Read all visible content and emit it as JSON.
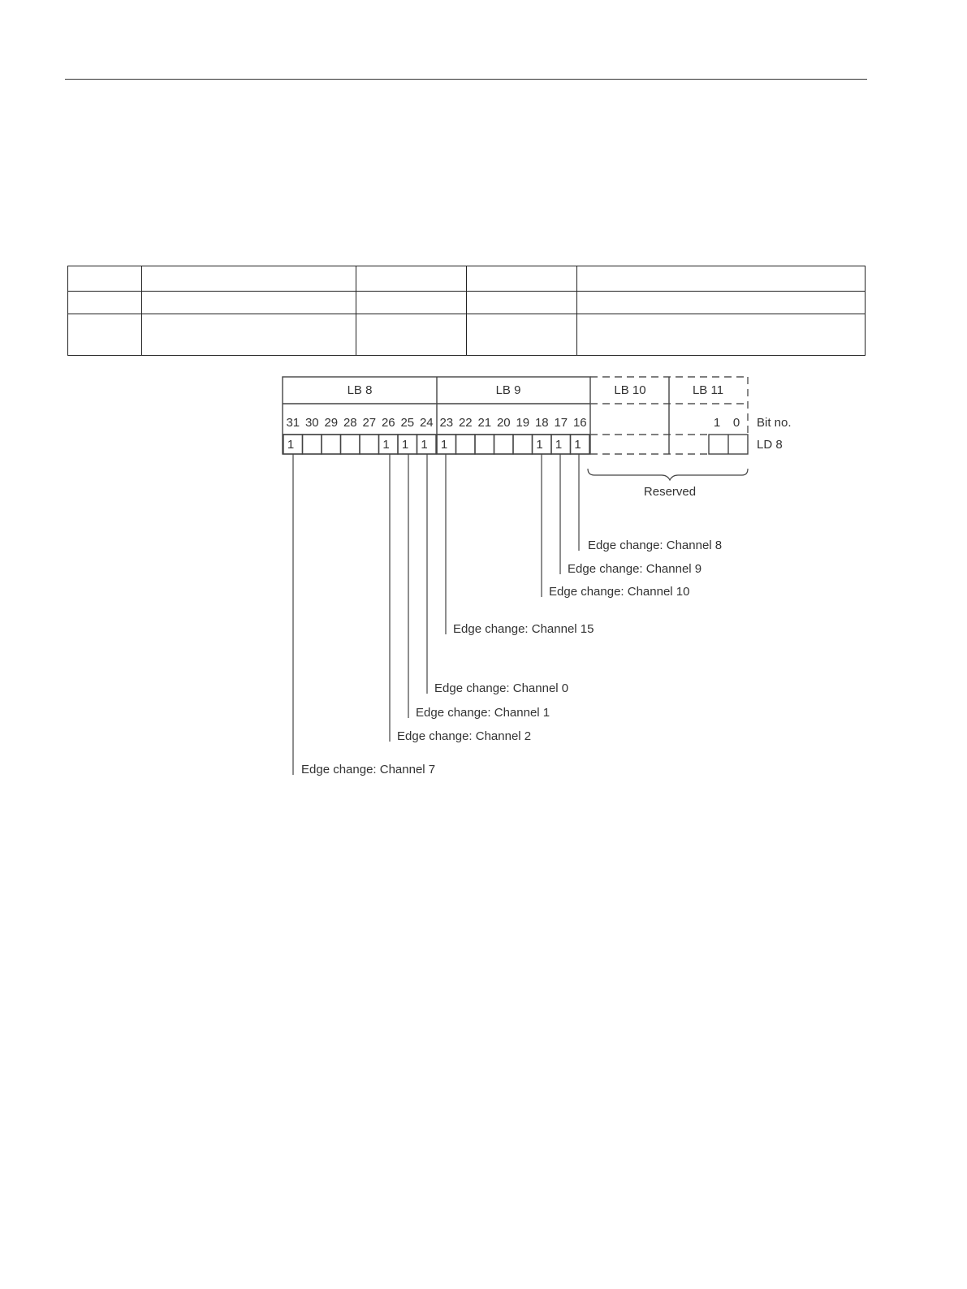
{
  "diagram": {
    "bytes": [
      {
        "label": "LB 8",
        "reserved": false
      },
      {
        "label": "LB 9",
        "reserved": false
      },
      {
        "label": "LB 10",
        "reserved": true
      },
      {
        "label": "LB 11",
        "reserved": true
      }
    ],
    "bit_numbers": [
      "31",
      "30",
      "29",
      "28",
      "27",
      "26",
      "25",
      "24",
      "23",
      "22",
      "21",
      "20",
      "19",
      "18",
      "17",
      "16"
    ],
    "lb11_bit_numbers": [
      "1",
      "0"
    ],
    "bit_values": [
      "1",
      "",
      "",
      "",
      "",
      "1",
      "1",
      "1",
      "1",
      "",
      "",
      "",
      "",
      "1",
      "1",
      "1"
    ],
    "bit_no_label": "Bit no.",
    "row_label": "LD 8",
    "reserved_label": "Reserved",
    "callouts": [
      {
        "bit": "16",
        "text": "Edge change: Channel 8"
      },
      {
        "bit": "17",
        "text": "Edge change: Channel 9"
      },
      {
        "bit": "18",
        "text": "Edge change: Channel 10"
      },
      {
        "bit": "23",
        "text": "Edge change: Channel 15"
      },
      {
        "bit": "24",
        "text": "Edge change: Channel 0"
      },
      {
        "bit": "25",
        "text": "Edge change: Channel 1"
      },
      {
        "bit": "26",
        "text": "Edge change: Channel 2"
      },
      {
        "bit": "31",
        "text": "Edge change: Channel 7"
      }
    ]
  }
}
